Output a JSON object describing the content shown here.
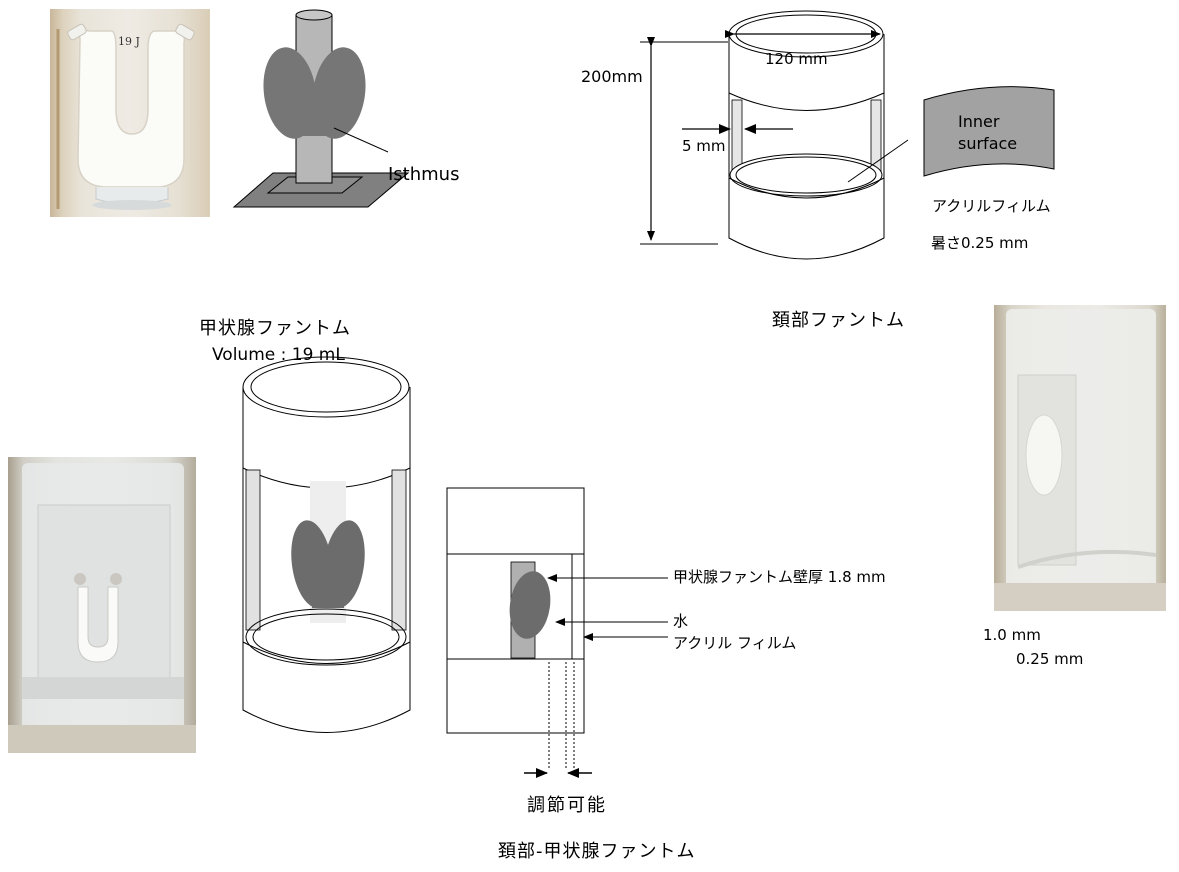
{
  "thyroid": {
    "isthmus_label": "Isthmus",
    "photo_label": "19 J",
    "caption_title": "甲状腺ファントム",
    "caption_volume": "Volume : 19 mL"
  },
  "neck": {
    "dim_diameter": "120 mm",
    "dim_height": "200mm",
    "dim_gap": "5 mm",
    "inner_surface_line1": "Inner",
    "inner_surface_line2": "surface",
    "film_label": "アクリルフィルム",
    "thickness_label": "暑さ0.25 mm",
    "caption": "頚部ファントム"
  },
  "combined": {
    "wall_thickness_label": "甲状腺ファントム壁厚   1.8 mm",
    "water_label": "水",
    "film_label": "アクリル   フィルム",
    "adjustable_label": "調節可能",
    "value_1": "1.0 mm",
    "value_2": "0.25 mm",
    "caption": "頚部-甲状腺ファントム"
  }
}
